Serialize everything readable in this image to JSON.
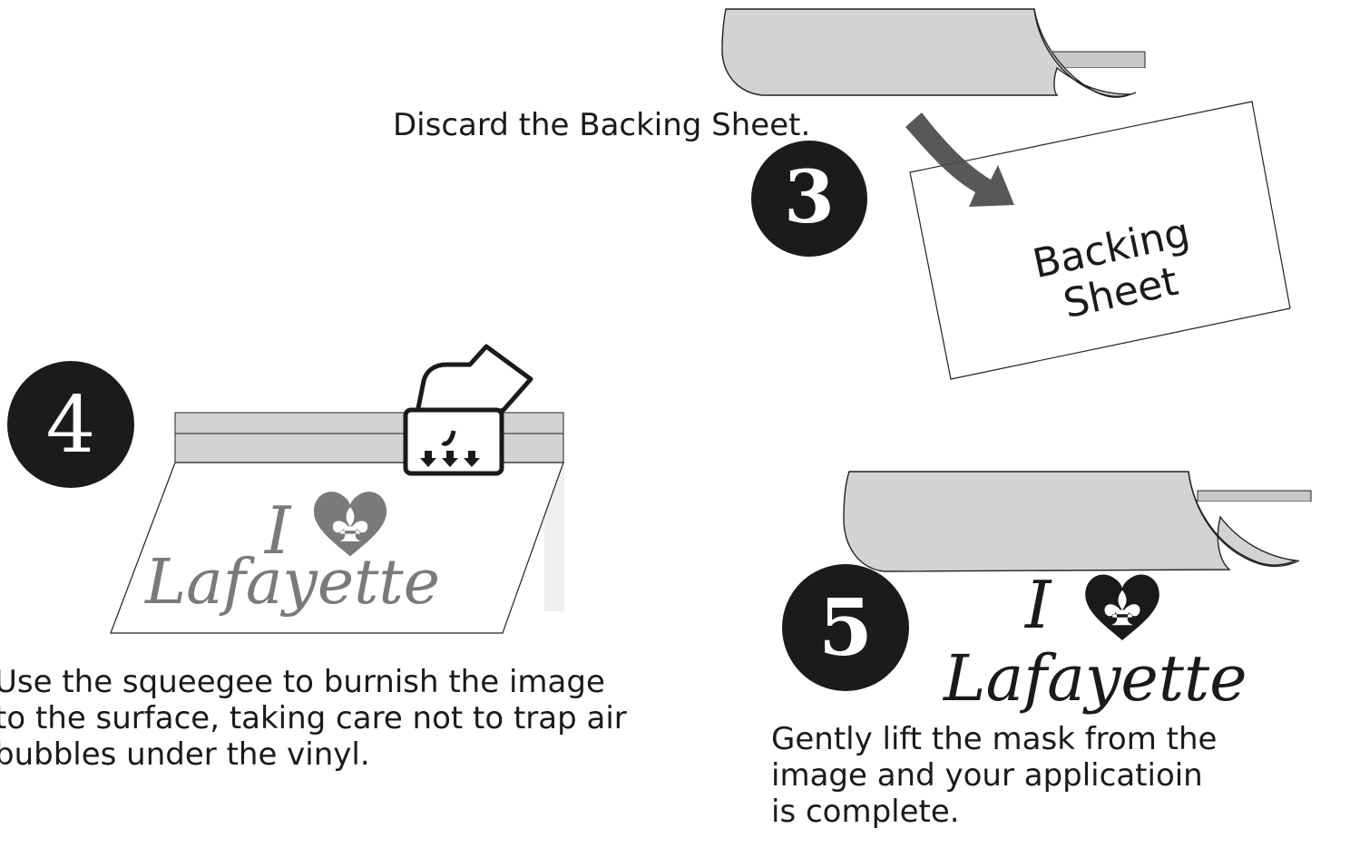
{
  "steps": [
    {
      "number": "3",
      "caption": [
        "Discard the Backing Sheet."
      ],
      "backing_label": [
        "Backing",
        "Sheet"
      ]
    },
    {
      "number": "4",
      "caption": [
        "Use the squeegee to burnish the image",
        "to the surface, taking care not to trap air",
        "bubbles under the vinyl."
      ],
      "artwork": {
        "line1": "I",
        "line2": "Lafayette"
      }
    },
    {
      "number": "5",
      "caption": [
        "Gently lift the mask from the",
        "image and your applicatioin",
        "is complete."
      ],
      "artwork": {
        "line1": "I",
        "line2": "Lafayette"
      }
    }
  ],
  "colors": {
    "badge": "#1b1b1b",
    "mask_gray": "#d2d3d5",
    "mask_stripe": "#bfc0c2",
    "artwork_gray": "#7a7a7a",
    "arrow": "#4a4a4a",
    "text": "#1a1a1a"
  },
  "icons": [
    "fleur-de-lis-heart-icon",
    "hand-squeegee-icon",
    "curved-arrow-icon"
  ]
}
